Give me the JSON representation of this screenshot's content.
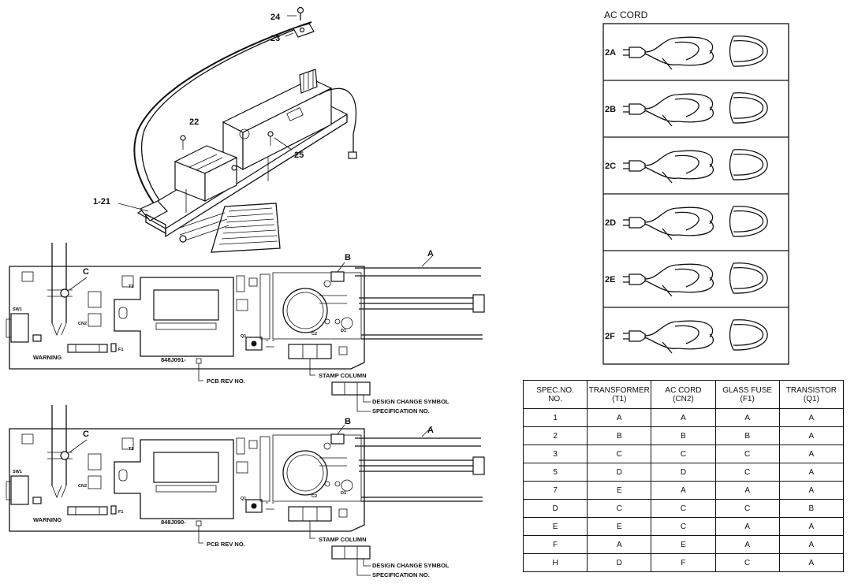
{
  "labels": {
    "part_24": "24",
    "part_23": "23",
    "part_22": "22",
    "part_25": "25",
    "part_1_21": "1-21",
    "ac_cord_title": "AC CORD",
    "callout_a": "A",
    "callout_b": "B",
    "callout_c": "C",
    "warning": "WARNING",
    "pcb_rev_no": "PCB REV NO.",
    "stamp_column": "STAMP COLUMN",
    "design_change_symbol": "DESIGN CHANGE SYMBOL",
    "specification_no": "SPECIFICATION NO.",
    "board1_code": "848J091-",
    "board2_code": "848J090-",
    "ref_t1": "T1",
    "ref_f1": "F1",
    "ref_sw1": "SW1",
    "ref_cn2": "CN2",
    "ref_q1": "Q1",
    "ref_c2": "C2",
    "ref_d1": "D1"
  },
  "cords": [
    "2A",
    "2B",
    "2C",
    "2D",
    "2E",
    "2F"
  ],
  "table": {
    "headers": [
      {
        "line1": "SPEC.NO.",
        "line2": "NO."
      },
      {
        "line1": "TRANSFORMER",
        "line2": "(T1)"
      },
      {
        "line1": "AC CORD",
        "line2": "(CN2)"
      },
      {
        "line1": "GLASS FUSE",
        "line2": "(F1)"
      },
      {
        "line1": "TRANSISTOR",
        "line2": "(Q1)"
      }
    ],
    "rows": [
      [
        "1",
        "A",
        "A",
        "A",
        "A"
      ],
      [
        "2",
        "B",
        "B",
        "B",
        "A"
      ],
      [
        "3",
        "C",
        "C",
        "C",
        "A"
      ],
      [
        "5",
        "D",
        "D",
        "C",
        "A"
      ],
      [
        "7",
        "E",
        "A",
        "A",
        "A"
      ],
      [
        "D",
        "C",
        "C",
        "C",
        "B"
      ],
      [
        "E",
        "E",
        "C",
        "A",
        "A"
      ],
      [
        "F",
        "A",
        "E",
        "A",
        "A"
      ],
      [
        "H",
        "D",
        "F",
        "C",
        "A"
      ]
    ]
  }
}
